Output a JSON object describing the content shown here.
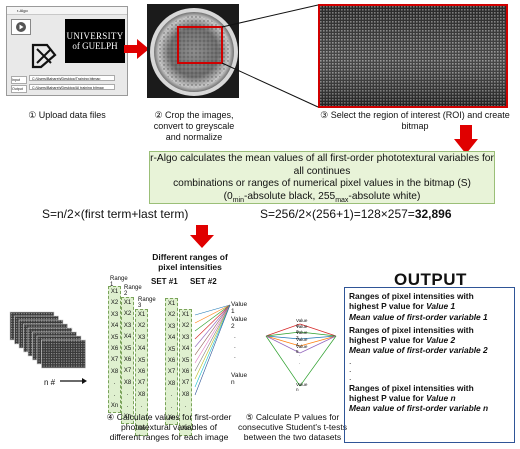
{
  "app": {
    "window_title": "r-Algo",
    "logo_line1": "UNIVERSITY",
    "logo_line2": "of GUELPH",
    "paths": [
      {
        "label": "Input",
        "value": "C:/Users/Bahareh/Desktop/Training bitmap"
      },
      {
        "label": "Output",
        "value": "C:/Users/Bahareh/Desktop/AI training bitmap"
      }
    ]
  },
  "steps": {
    "s1": "① Upload data files",
    "s2": "② Crop the images, convert to greyscale and normalize",
    "s3": "③ Select the region of interest (ROI) and create bitmap",
    "s4": "④ Calculate values for first-order phototextural variables of different ranges for each image",
    "s5": "⑤ Calculate P values for consecutive Student's t-tests between the two datasets"
  },
  "summary": {
    "line1": "r-Algo calculates the mean values of all first-order phototextural variables for all continues",
    "line2": "combinations or ranges of numerical pixel values in the bitmap (S)",
    "line3_pre": "(0",
    "line3_sub1": "min",
    "line3_mid": "-absolute black, 255",
    "line3_sub2": "max",
    "line3_post": "-absolute white)"
  },
  "formulas": {
    "left": "S=n/2×(first term+last term)",
    "right_plain": "S=256/2×(256+1)=128×257=",
    "right_bold": "32,896"
  },
  "ranges": {
    "header_line1": "Different ranges of",
    "header_line2": "pixel intensities",
    "set1": "SET #1",
    "set2": "SET #2",
    "range_labels": [
      "Range 1",
      "Range 2",
      "Range 3"
    ],
    "x_items": [
      "X1",
      "X2",
      "X3",
      "X4",
      "X5",
      "X6",
      "X7",
      "X8",
      ".",
      ".",
      "Xn"
    ],
    "value_labels": [
      "Value 1",
      "Value 2",
      ".",
      ".",
      ".",
      "Value n"
    ],
    "stack_label": "n #"
  },
  "pvalues": {
    "value_labels": [
      "Value 1",
      "Value 2",
      "Value 3",
      "Value 4",
      "Value 5",
      ".",
      ".",
      "Value n"
    ]
  },
  "output": {
    "title": "OUTPUT",
    "entries": [
      {
        "line1": "Ranges of pixel intensities with",
        "line2": "highest P value for ",
        "value": "Value 1",
        "line3": "Mean value of first-order variable 1"
      },
      {
        "line1": "Ranges of pixel intensities with",
        "line2": "highest P value  for ",
        "value": "Value 2",
        "line3": "Mean value of first-order variable 2"
      },
      {
        "line1": "Ranges of pixel intensities with",
        "line2": "highest P value for ",
        "value": "Value n",
        "line3": "Mean value of first-order variable n"
      }
    ],
    "dots": [
      ".",
      ".",
      "."
    ]
  },
  "colors": {
    "arrow_red": "#e00000",
    "roi_red": "#d00000",
    "green_fill": "#e8f3d8",
    "range_green": "#dff0cf",
    "output_border": "#2f5597"
  }
}
